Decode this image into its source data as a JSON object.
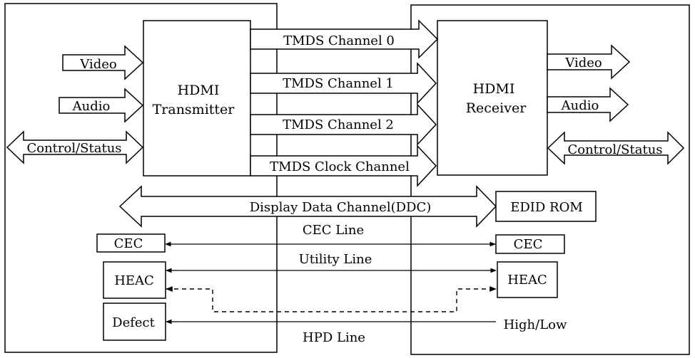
{
  "source_box": {
    "transmitter": [
      "HDMI",
      "Transmitter"
    ],
    "inputs": {
      "video": "Video",
      "audio": "Audio",
      "control": "Control/Status"
    },
    "cec": "CEC",
    "heac": "HEAC",
    "defect": "Defect"
  },
  "sink_box": {
    "receiver": [
      "HDMI",
      "Receiver"
    ],
    "outputs": {
      "video": "Video",
      "audio": "Audio",
      "control": "Control/Status"
    },
    "edid": "EDID ROM",
    "cec": "CEC",
    "heac": "HEAC",
    "hpd_source": "High/Low"
  },
  "channels": {
    "tmds": [
      "TMDS Channel 0",
      "TMDS Channel 1",
      "TMDS Channel 2",
      "TMDS Clock Channel"
    ],
    "ddc": "Display Data Channel(DDC)",
    "cec_line": "CEC Line",
    "utility_line": "Utility Line",
    "hpd_line": "HPD Line"
  }
}
